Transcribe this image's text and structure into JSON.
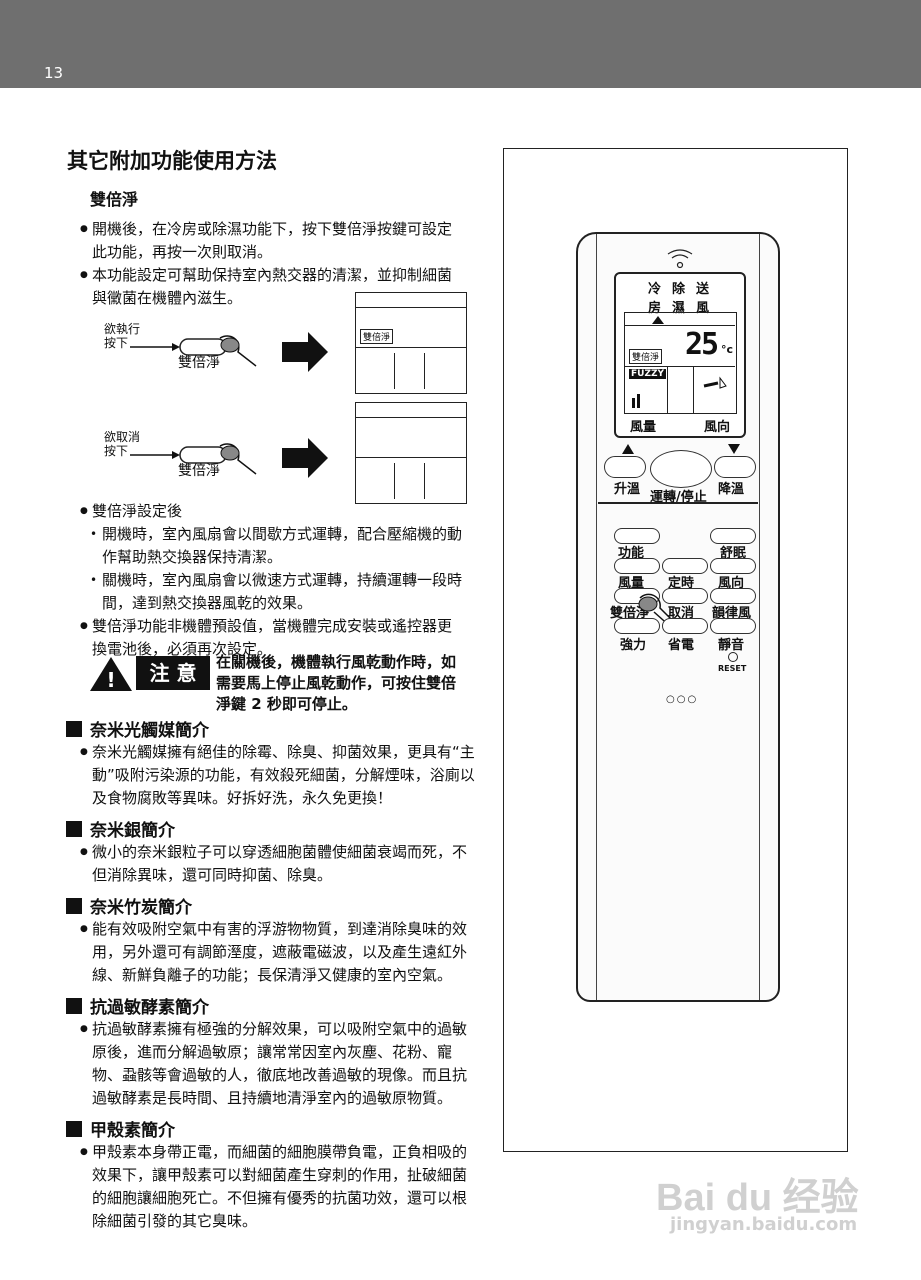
{
  "page": {
    "number": "13"
  },
  "title": "其它附加功能使用方法",
  "double_clean": {
    "heading": "雙倍淨",
    "bullets": [
      "開機後，在冷房或除濕功能下，按下雙倍淨按鍵可設定此功能，再按一次則取消。",
      "本功能設定可幫助保持室內熱交器的清潔，並抑制細菌與黴菌在機體內滋生。"
    ],
    "diagram": {
      "execute_label": "欲執行\n按下",
      "cancel_label": "欲取消\n按下",
      "button_label": "雙倍淨",
      "lcd_badge": "雙倍淨"
    },
    "after_setting_heading": "雙倍淨設定後",
    "after_setting_items": [
      "開機時，室內風扇會以間歇方式運轉，配合壓縮機的動作幫助熱交換器保持清潔。",
      "關機時，室內風扇會以微速方式運轉，持續運轉一段時間，達到熱交換器風乾的效果。"
    ],
    "default_note": "雙倍淨功能非機體預設值，當機體完成安裝或遙控器更換電池後，必須再次設定。",
    "caution": {
      "label": "注 意",
      "text": "在關機後，機體執行風乾動作時，如需要馬上停止風乾動作，可按住雙倍淨鍵 2 秒即可停止。"
    }
  },
  "sections": [
    {
      "heading": "奈米光觸媒簡介",
      "text": "奈米光觸媒擁有絕佳的除霉、除臭、抑菌效果，更具有“主動”吸附污染源的功能，有效殺死細菌，分解煙味，浴廁以及食物腐敗等異味。好拆好洗，永久免更換！"
    },
    {
      "heading": "奈米銀簡介",
      "text": "微小的奈米銀粒子可以穿透細胞菌體使細菌衰竭而死，不但消除異味，還可同時抑菌、除臭。"
    },
    {
      "heading": "奈米竹炭簡介",
      "text": "能有效吸附空氣中有害的浮游物物質，到達消除臭味的效用，另外還可有調節溼度，遮蔽電磁波，以及產生遠紅外線、新鮮負離子的功能；長保清淨又健康的室內空氣。"
    },
    {
      "heading": "抗過敏酵素簡介",
      "text": "抗過敏酵素擁有極強的分解效果，可以吸附空氣中的過敏原後，進而分解過敏原；讓常常因室內灰塵、花粉、寵物、蝨骸等會過敏的人，徹底地改善過敏的現像。而且抗過敏酵素是長時間、且持續地清淨室內的過敏原物質。"
    },
    {
      "heading": "甲殼素簡介",
      "text": "甲殼素本身帶正電，而細菌的細胞膜帶負電，正負相吸的效果下，讓甲殼素可以對細菌產生穿刺的作用，扯破細菌的細胞讓細胞死亡。不但擁有優秀的抗菌功效，還可以根除細菌引發的其它臭味。"
    }
  ],
  "remote": {
    "mode_labels": [
      "冷",
      "除",
      "送",
      "房",
      "濕",
      "風"
    ],
    "lcd": {
      "temperature": "25",
      "unit": "°c",
      "badge": "雙倍淨",
      "fuzzy": "FUZZY",
      "fan_label": "風量",
      "direction_label": "風向"
    },
    "buttons": {
      "temp_up": "升溫",
      "power": "運轉/停止",
      "temp_down": "降溫",
      "function": "功能",
      "sleep": "舒眠",
      "fan": "風量",
      "timer": "定時",
      "direction": "風向",
      "double_clean": "雙倍淨",
      "cancel": "取消",
      "rhythm": "韻律風",
      "strong": "強力",
      "eco": "省電",
      "quiet": "靜音",
      "reset": "RESET"
    }
  },
  "watermark": {
    "brand": "Bai du 经验",
    "url": "jingyan.baidu.com"
  }
}
